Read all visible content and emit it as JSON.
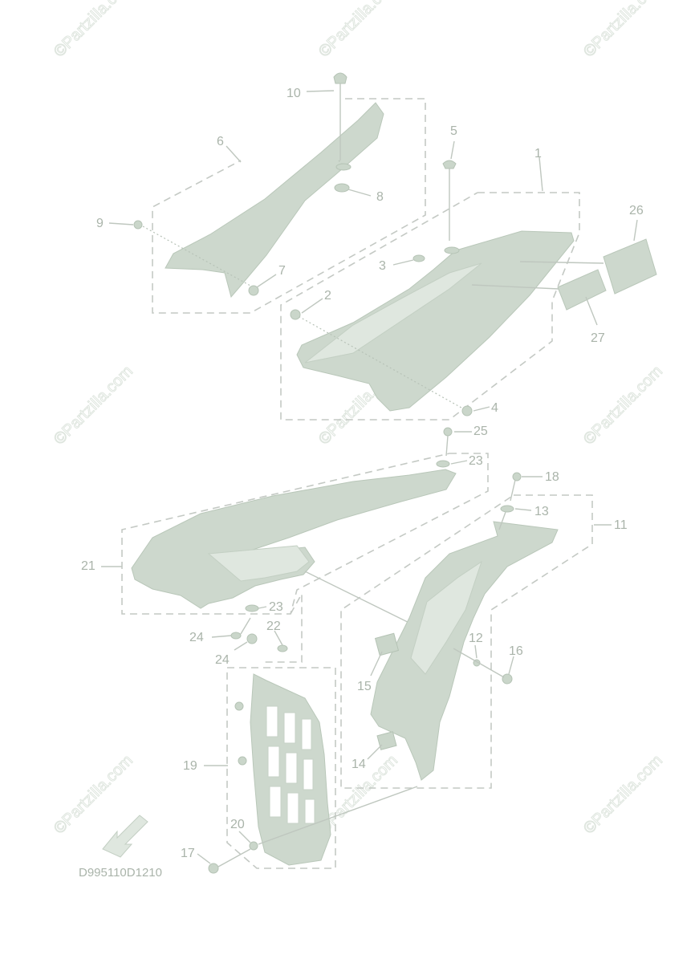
{
  "diagram_code": "D995110D1210",
  "watermark_text": "©Partzilla.com",
  "callouts": {
    "c1": "1",
    "c2": "2",
    "c3": "3",
    "c4": "4",
    "c5": "5",
    "c6": "6",
    "c7": "7",
    "c8": "8",
    "c9": "9",
    "c10": "10",
    "c11": "11",
    "c12": "12",
    "c13": "13",
    "c14": "14",
    "c15": "15",
    "c16": "16",
    "c17": "17",
    "c18": "18",
    "c19": "19",
    "c20": "20",
    "c21": "21",
    "c22": "22",
    "c23a": "23",
    "c23b": "23",
    "c24a": "24",
    "c24b": "24",
    "c25": "25",
    "c26": "26",
    "c27": "27"
  },
  "colors": {
    "part": "#cdd8cd",
    "line": "#c4c9c4",
    "text": "#aab4aa"
  }
}
